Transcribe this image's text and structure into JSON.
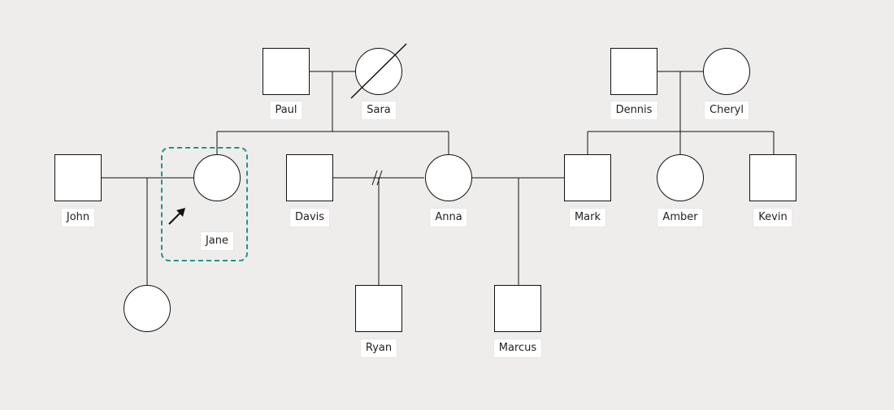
{
  "diagram": {
    "colors": {
      "background": "#efedec",
      "line": "#111111",
      "node_fill": "#ffffff",
      "proband_frame": "#1e9688"
    },
    "proband": "Jane",
    "people": {
      "paul": {
        "name": "Paul",
        "sex": "male"
      },
      "sara": {
        "name": "Sara",
        "sex": "female",
        "deceased": true
      },
      "dennis": {
        "name": "Dennis",
        "sex": "male"
      },
      "cheryl": {
        "name": "Cheryl",
        "sex": "female"
      },
      "john": {
        "name": "John",
        "sex": "male"
      },
      "jane": {
        "name": "Jane",
        "sex": "female",
        "proband": true
      },
      "davis": {
        "name": "Davis",
        "sex": "male"
      },
      "anna": {
        "name": "Anna",
        "sex": "female"
      },
      "mark": {
        "name": "Mark",
        "sex": "male"
      },
      "amber": {
        "name": "Amber",
        "sex": "female"
      },
      "kevin": {
        "name": "Kevin",
        "sex": "male"
      },
      "child": {
        "name": "",
        "sex": "female"
      },
      "ryan": {
        "name": "Ryan",
        "sex": "male"
      },
      "marcus": {
        "name": "Marcus",
        "sex": "male"
      }
    },
    "relationships": [
      {
        "partners": [
          "Paul",
          "Sara"
        ],
        "children": [
          "Jane",
          "Anna"
        ]
      },
      {
        "partners": [
          "Dennis",
          "Cheryl"
        ],
        "children": [
          "Mark",
          "Amber",
          "Kevin"
        ]
      },
      {
        "partners": [
          "John",
          "Jane"
        ],
        "children": [
          ""
        ]
      },
      {
        "partners": [
          "Davis",
          "Anna"
        ],
        "status": "separated",
        "children": [
          "Ryan"
        ]
      },
      {
        "partners": [
          "Anna",
          "Mark"
        ],
        "children": [
          "Marcus"
        ]
      }
    ],
    "proband_arrow_icon": "arrow-up-right-icon"
  }
}
